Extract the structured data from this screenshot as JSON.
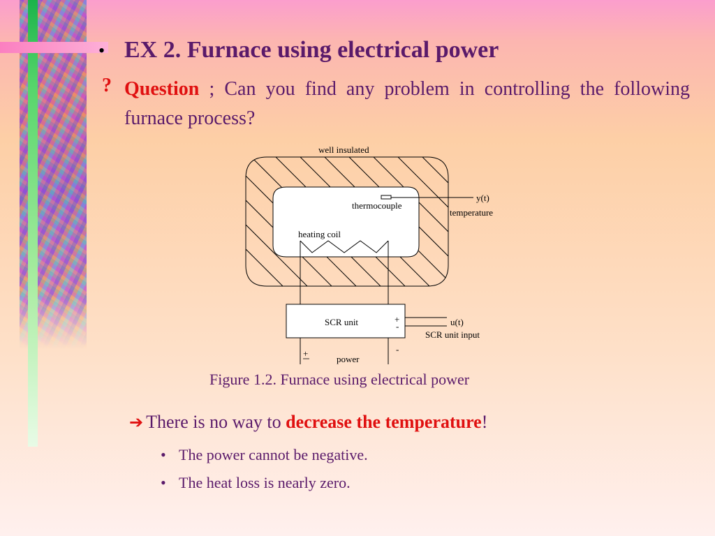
{
  "slide": {
    "title": "EX 2. Furnace using electrical power",
    "bullet": "•",
    "question_mark": "?",
    "question_word": "Question",
    "question_text": " ; Can you find any problem in controlling the following furnace process?"
  },
  "diagram": {
    "well_insulated": "well insulated",
    "thermocouple": "thermocouple",
    "y_t": "y(t)",
    "temperature": "temperature",
    "heating_coil": "heating coil",
    "scr_unit": "SCR unit",
    "plus_input": "+",
    "minus_input": "-",
    "u_t": "u(t)",
    "scr_unit_input": "SCR unit input",
    "plus_power": "+",
    "minus_power": "-",
    "power": "power"
  },
  "caption": "Figure 1.2. Furnace using electrical power",
  "conclusion": {
    "prefix": "There is no way to ",
    "highlight": "decrease the temperature",
    "suffix": "!"
  },
  "sub_bullets": [
    "The power cannot be negative.",
    "The heat loss is nearly zero."
  ],
  "colors": {
    "title": "#5a1a6a",
    "accent_red": "#e01010"
  }
}
